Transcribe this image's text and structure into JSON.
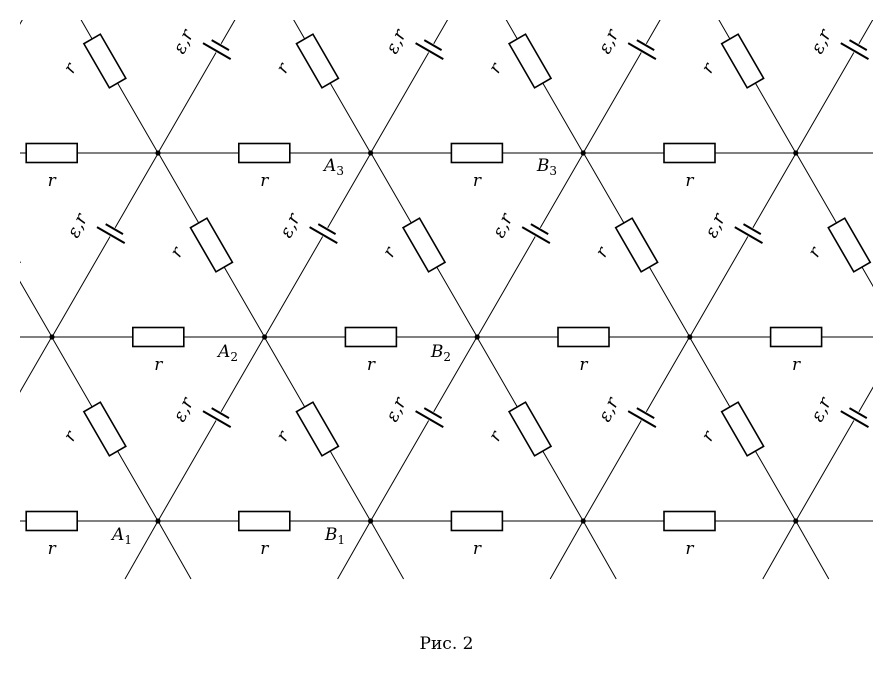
{
  "labels": {
    "resistor": "r",
    "source": "ε,r",
    "caption": "Рис. 2"
  },
  "nodes": [
    {
      "name": "A",
      "sub": "1"
    },
    {
      "name": "B",
      "sub": "1"
    },
    {
      "name": "A",
      "sub": "2"
    },
    {
      "name": "B",
      "sub": "2"
    },
    {
      "name": "A",
      "sub": "3"
    },
    {
      "name": "B",
      "sub": "3"
    }
  ],
  "colors": {
    "line": "#000000",
    "background": "#ffffff"
  }
}
